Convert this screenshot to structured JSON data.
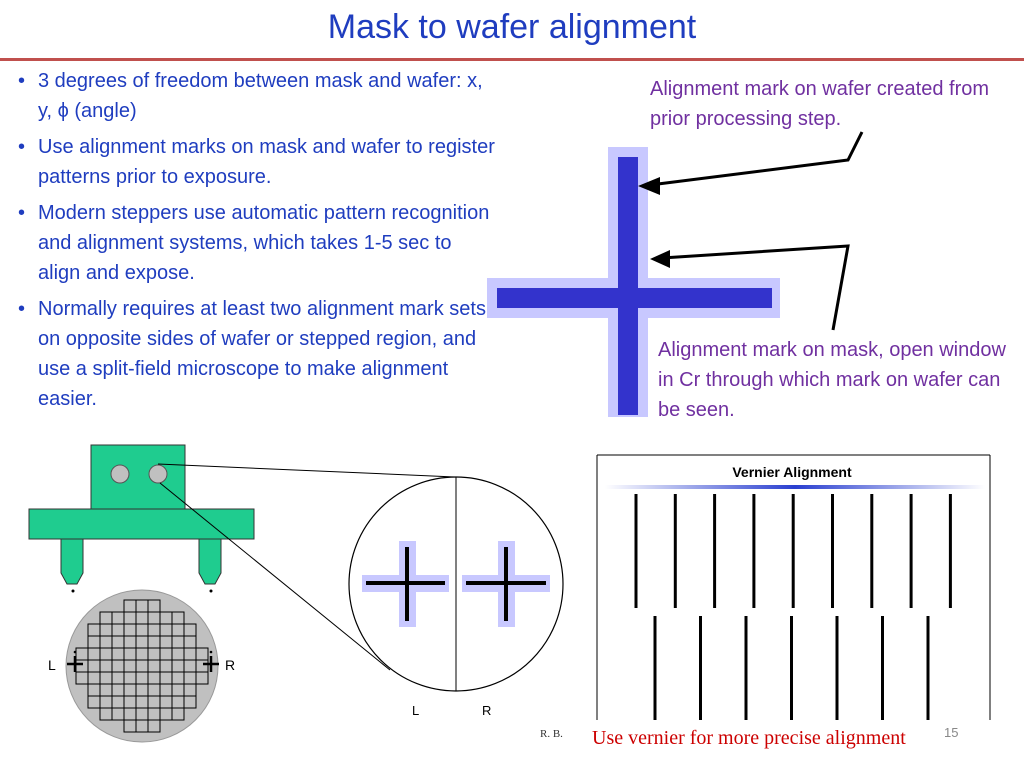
{
  "title": "Mask to wafer alignment",
  "bullets": [
    "3 degrees of freedom between mask and wafer: x, y, ϕ (angle)",
    "Use alignment marks on mask and wafer to register patterns prior to exposure.",
    "Modern steppers use automatic pattern recognition and alignment systems, which takes 1-5 sec to align and expose.",
    "Normally requires at least two alignment mark sets on opposite sides of wafer or stepped region, and use a split-field microscope to make alignment easier."
  ],
  "annotations": {
    "wafer_mark": "Alignment mark on wafer created from prior processing step.",
    "mask_mark": "Alignment mark on mask, open window in Cr through which mark on wafer can be seen."
  },
  "diagram": {
    "wafer_left_label": "L",
    "wafer_right_label": "R",
    "microscope_left_label": "L",
    "microscope_right_label": "R"
  },
  "vernier": {
    "title": "Vernier Alignment"
  },
  "footer": {
    "author": "R. B.",
    "caption": "Use vernier for more precise alignment",
    "page_number": "15"
  },
  "colors": {
    "title": "#1f3dbf",
    "rule": "#c0504d",
    "annotation": "#7030a0",
    "caption": "#cc0000",
    "stage": "#1fcc8f",
    "mark_dark": "#3333cc",
    "mark_light": "#c8c8ff"
  }
}
